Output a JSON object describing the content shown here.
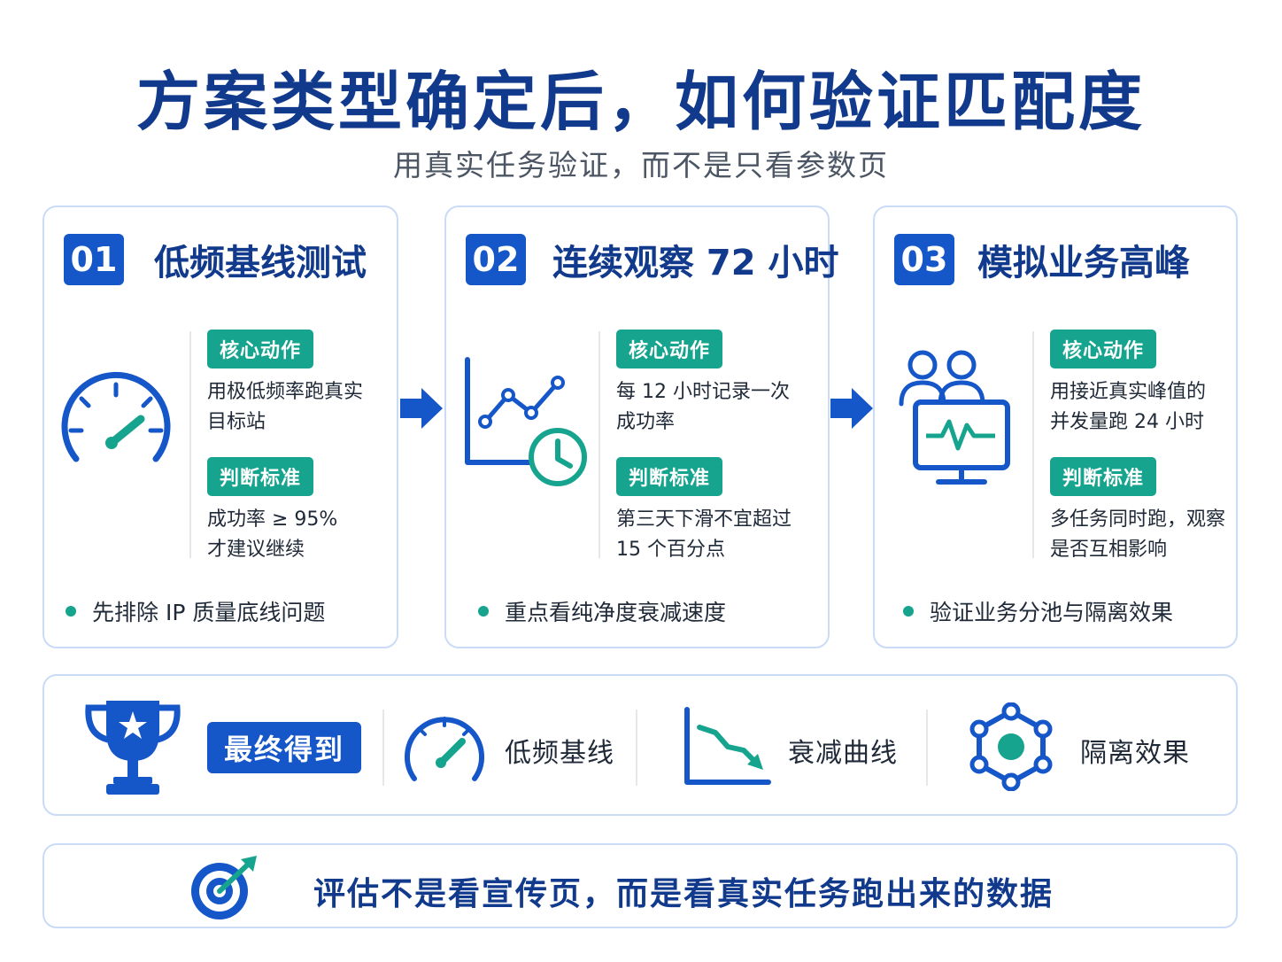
{
  "header": {
    "title": "方案类型确定后，如何验证匹配度",
    "subtitle": "用真实任务验证，而不是只看参数页"
  },
  "steps": [
    {
      "number": "01",
      "title": "低频基线测试",
      "action_tag": "核心动作",
      "action_text": "用极低频率跑真实\n目标站",
      "criteria_tag": "判断标准",
      "criteria_text": "成功率 ≥ 95%\n才建议继续",
      "bullet": "先排除 IP 质量底线问题",
      "icon": "speedometer-icon"
    },
    {
      "number": "02",
      "title": "连续观察 72 小时",
      "action_tag": "核心动作",
      "action_text": "每 12 小时记录一次\n成功率",
      "criteria_tag": "判断标准",
      "criteria_text": "第三天下滑不宜超过\n15 个百分点",
      "bullet": "重点看纯净度衰减速度",
      "icon": "line-chart-clock-icon"
    },
    {
      "number": "03",
      "title": "模拟业务高峰",
      "action_tag": "核心动作",
      "action_text": "用接近真实峰值的\n并发量跑 24 小时",
      "criteria_tag": "判断标准",
      "criteria_text": "多任务同时跑，观察\n是否互相影响",
      "bullet": "验证业务分池与隔离效果",
      "icon": "users-monitor-icon"
    }
  ],
  "results": {
    "label": "最终得到",
    "items": [
      {
        "label": "低频基线",
        "icon": "speedometer-icon"
      },
      {
        "label": "衰减曲线",
        "icon": "decline-chart-icon"
      },
      {
        "label": "隔离效果",
        "icon": "hexagon-network-icon"
      }
    ]
  },
  "footer": {
    "text": "评估不是看宣传页，而是看真实任务跑出来的数据",
    "icon": "target-arrow-icon"
  },
  "colors": {
    "primary": "#1556c9",
    "navy": "#123a8c",
    "teal": "#16a48e",
    "border": "#c9dbf7"
  }
}
